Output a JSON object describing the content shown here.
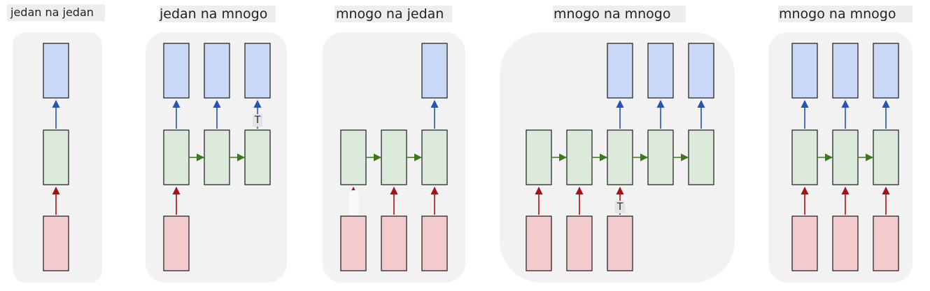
{
  "colors": {
    "panel_bg": "#f2f2f2",
    "output_fill": "#c9d9f5",
    "hidden_fill": "#dbeadb",
    "input_fill": "#f3cbcd",
    "box_stroke": "#1a1a1a",
    "up_arrow_output": "#2255bb",
    "up_arrow_input": "#aa1111",
    "recurrent_arrow": "#3a7a1a"
  },
  "panels": [
    {
      "title": "jedan na jedan",
      "inputs": [
        true
      ],
      "hiddens": 1,
      "outputs": [
        true
      ]
    },
    {
      "title": "jedan na mnogo",
      "inputs": [
        true,
        false,
        false
      ],
      "hiddens": 3,
      "outputs": [
        true,
        true,
        true
      ],
      "glitch_label": "T"
    },
    {
      "title": "mnogo na jedan",
      "inputs": [
        true,
        true,
        true
      ],
      "hiddens": 3,
      "outputs": [
        false,
        false,
        true
      ]
    },
    {
      "title": "mnogo na mnogo",
      "inputs": [
        true,
        true,
        true,
        false,
        false
      ],
      "hiddens": 5,
      "outputs": [
        false,
        false,
        true,
        true,
        true
      ],
      "glitch_label": "T"
    },
    {
      "title": "mnogo na mnogo",
      "inputs": [
        true,
        true,
        true
      ],
      "hiddens": 3,
      "outputs": [
        true,
        true,
        true
      ]
    }
  ]
}
